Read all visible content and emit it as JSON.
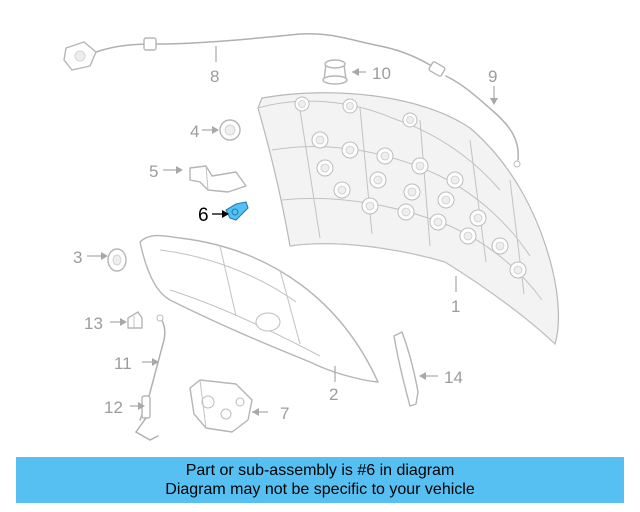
{
  "diagram": {
    "highlight_color": "#56c0f3",
    "highlighted_callout": "6",
    "callouts": [
      "1",
      "2",
      "3",
      "4",
      "5",
      "6",
      "7",
      "8",
      "9",
      "10",
      "11",
      "12",
      "13",
      "14"
    ]
  },
  "banner": {
    "line1": "Part or sub-assembly is #6 in diagram",
    "line2": "Diagram may not be specific to your vehicle",
    "background": "#56c0f3"
  }
}
